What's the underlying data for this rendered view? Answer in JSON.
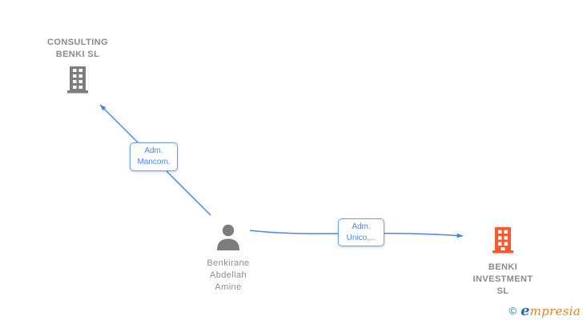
{
  "diagram": {
    "nodes": {
      "consulting": {
        "type": "company",
        "icon": "building-icon",
        "line1": "CONSULTING",
        "line2": "BENKI SL"
      },
      "person": {
        "type": "person",
        "icon": "person-icon",
        "line1": "Benkirane",
        "line2": "Abdellah",
        "line3": "Amine"
      },
      "investment": {
        "type": "company",
        "icon": "building-icon",
        "line1": "BENKI",
        "line2": "INVESTMENT",
        "line3": "SL"
      }
    },
    "edges": {
      "mancom": {
        "from": "Benkirane Abdellah Amine",
        "to": "CONSULTING BENKI SL",
        "label_line1": "Adm.",
        "label_line2": "Mancom."
      },
      "unico": {
        "from": "Benkirane Abdellah Amine",
        "to": "BENKI INVESTMENT SL",
        "label_line1": "Adm.",
        "label_line2": "Unico,..."
      }
    }
  },
  "watermark": {
    "copyright": "©",
    "brand_initial": "e",
    "brand_rest": "mpresia"
  },
  "colors": {
    "edge_blue": "#4a86e8",
    "label_border_blue": "#6b9fe4",
    "node_text_gray": "#8d8d8d",
    "icon_gray": "#7d7d7d",
    "icon_orange": "#fa5a2b",
    "watermark_teal": "#2a7f8a",
    "watermark_blue": "#1e6fba",
    "watermark_orange": "#e8821e"
  }
}
